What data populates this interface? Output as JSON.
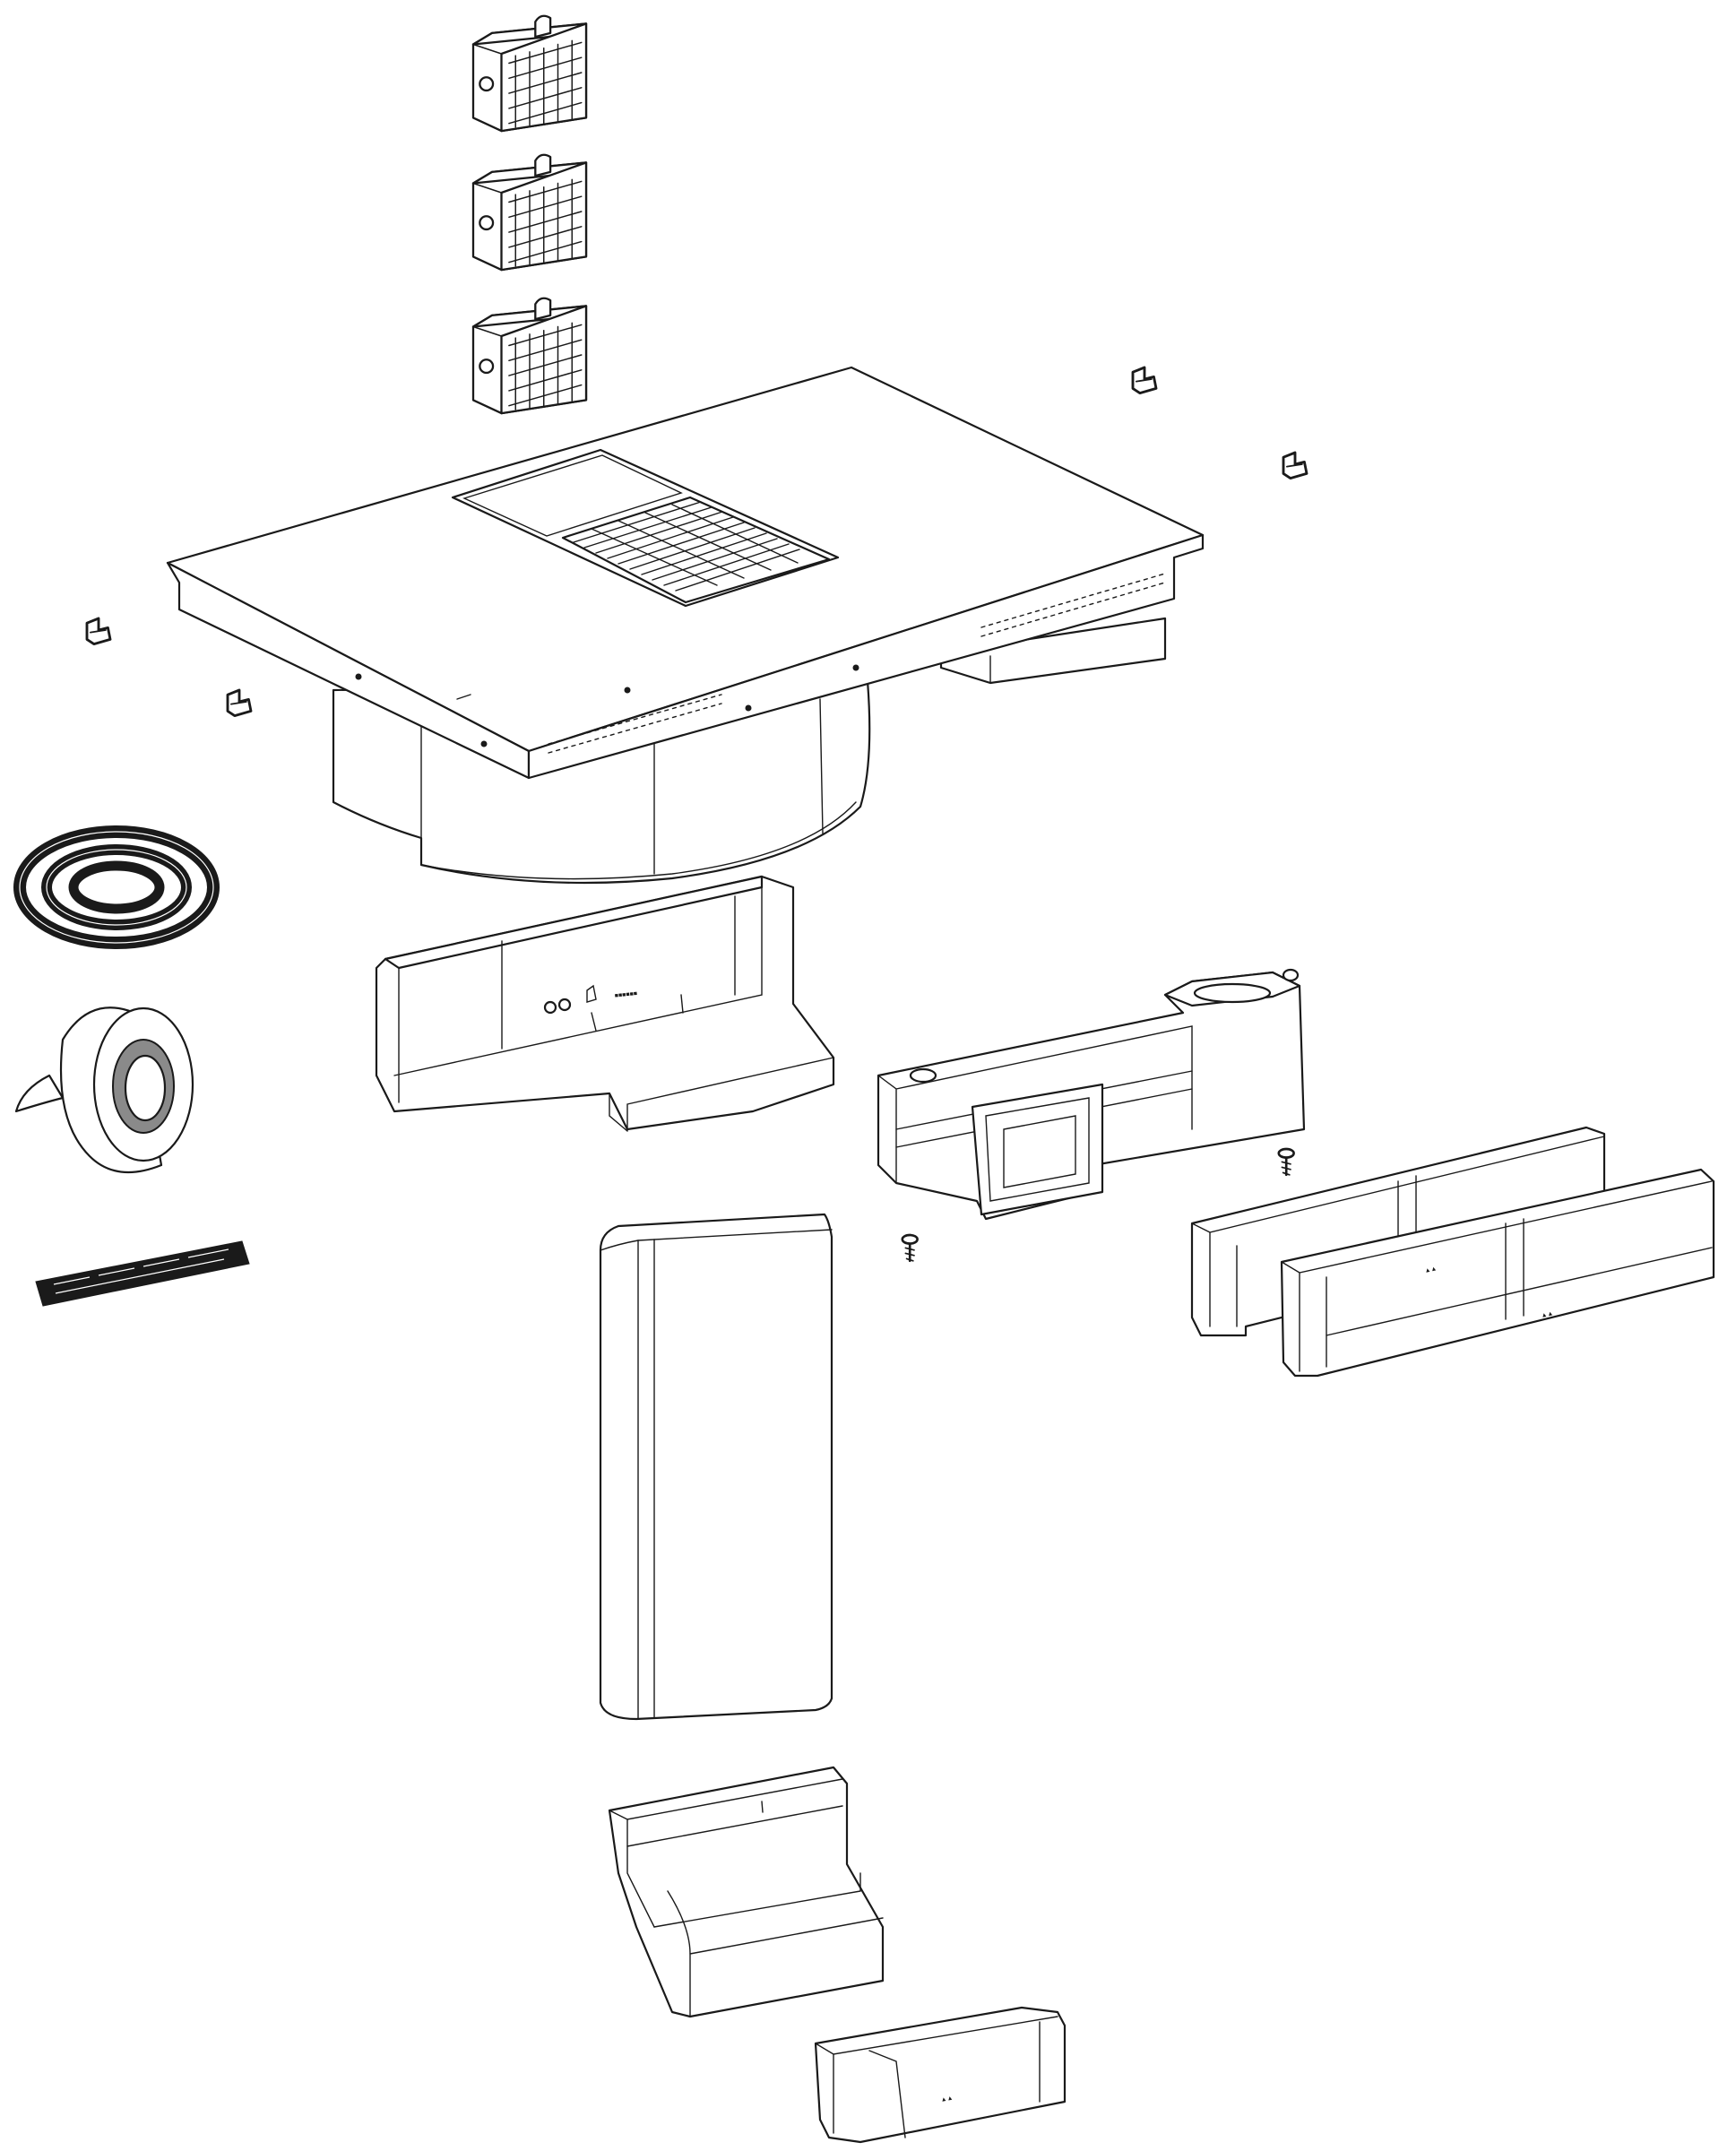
{
  "diagram": {
    "colors": {
      "line": "#1a1a1a",
      "fill": "#ffffff",
      "shade": "#8a8a8a"
    },
    "parts": [
      {
        "id": "carbon-filter-1",
        "icon": "carbon-filter-icon"
      },
      {
        "id": "carbon-filter-2",
        "icon": "carbon-filter-icon"
      },
      {
        "id": "carbon-filter-3",
        "icon": "carbon-filter-icon"
      },
      {
        "id": "mounting-bracket-a",
        "icon": "bracket-icon"
      },
      {
        "id": "mounting-bracket-b",
        "icon": "bracket-icon"
      },
      {
        "id": "mounting-bracket-c",
        "icon": "bracket-icon"
      },
      {
        "id": "mounting-bracket-d",
        "icon": "bracket-icon"
      },
      {
        "id": "hob-with-extractor",
        "icon": "hob-icon"
      },
      {
        "id": "sealing-strip-roll",
        "icon": "seal-coil-icon"
      },
      {
        "id": "adhesive-tape-roll",
        "icon": "tape-roll-icon"
      },
      {
        "id": "label-sticker",
        "icon": "label-icon"
      },
      {
        "id": "fan-duct-adapter",
        "icon": "duct-adapter-icon"
      },
      {
        "id": "angled-duct-connector",
        "icon": "duct-connector-icon"
      },
      {
        "id": "screw-a",
        "icon": "screw-icon"
      },
      {
        "id": "screw-b",
        "icon": "screw-icon"
      },
      {
        "id": "flat-duct-pair",
        "icon": "flat-duct-icon"
      },
      {
        "id": "vertical-duct",
        "icon": "vertical-duct-icon"
      },
      {
        "id": "duct-elbow",
        "icon": "elbow-icon"
      },
      {
        "id": "duct-end-piece",
        "icon": "duct-end-icon"
      }
    ]
  }
}
